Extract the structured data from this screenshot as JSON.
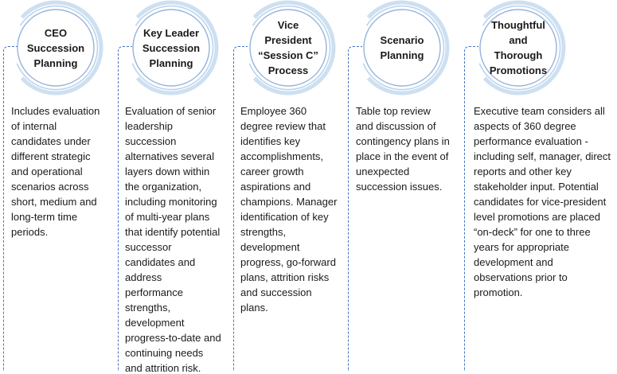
{
  "diagram": {
    "items": [
      {
        "title": "CEO\nSuccession\nPlanning",
        "description": "Includes evaluation of internal candidates under different strategic and operational scenarios across short, medium and long-term time periods."
      },
      {
        "title": "Key Leader\nSuccession\nPlanning",
        "description": "Evaluation of senior leadership succession alternatives several layers down within the organization, including monitoring of multi-year plans that identify potential successor candidates and address performance strengths, development progress-to-date and continuing needs and attrition risk."
      },
      {
        "title": "Vice\nPresident\n“Session C”\nProcess",
        "description": "Employee 360 degree review that identifies key accomplishments, career growth aspirations and champions. Manager identification of key strengths, development progress, go-forward plans, attrition risks and succession plans."
      },
      {
        "title": "Scenario\nPlanning",
        "description": "Table top review and discussion of contingency plans in place in the event of unexpected succession issues."
      },
      {
        "title": "Thoughtful\nand\nThorough\nPromotions",
        "description": "Executive team considers all aspects of 360 degree performance evaluation - including self, manager, direct reports and other key stakeholder input. Potential candidates for vice-president level promotions are placed “on-deck” for one to three years for appropriate development and observations prior to promotion."
      }
    ]
  },
  "colors": {
    "dash_line": "#4472C4",
    "circle_border": "#94B3DB",
    "arc_thin": "#BCD4EC",
    "arc_thick": "#CDE0F2",
    "title_text": "#1A1A1A",
    "body_text": "#1A1A1A"
  }
}
